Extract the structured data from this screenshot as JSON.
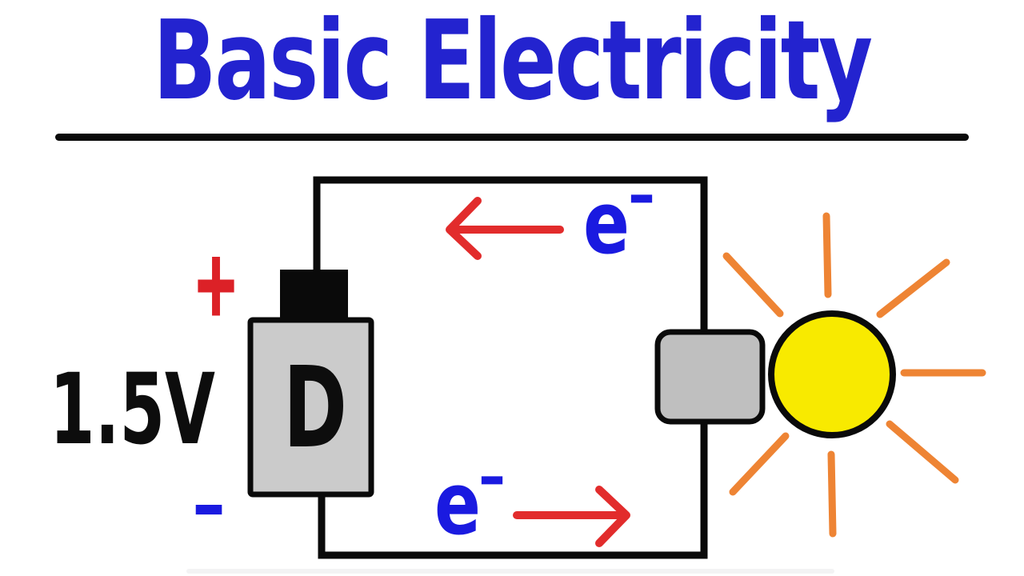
{
  "title": {
    "text": "Basic Electricity"
  },
  "diagram": {
    "battery": {
      "size_label": "D",
      "voltage_label": "1.5V",
      "plus_sign": "+",
      "minus_sign": "−"
    },
    "electron_flow_top": {
      "symbol": "e",
      "superscript_minus": "−",
      "direction": "left"
    },
    "electron_flow_bottom": {
      "symbol": "e",
      "superscript_minus": "−",
      "direction": "right"
    }
  },
  "colors": {
    "background": "#ffffff",
    "title_blue": "#2323cf",
    "underline_black": "#0a0a0a",
    "electron_blue": "#1a1ae0",
    "arrow_red": "#e22c2c",
    "plus_red": "#dc2127",
    "wire_black": "#0a0a0a",
    "battery_gray": "#cbcbcb",
    "bulb_base_gray": "#bfbfbf",
    "bulb_yellow": "#f8ea00",
    "ray_orange": "#ee8434"
  }
}
